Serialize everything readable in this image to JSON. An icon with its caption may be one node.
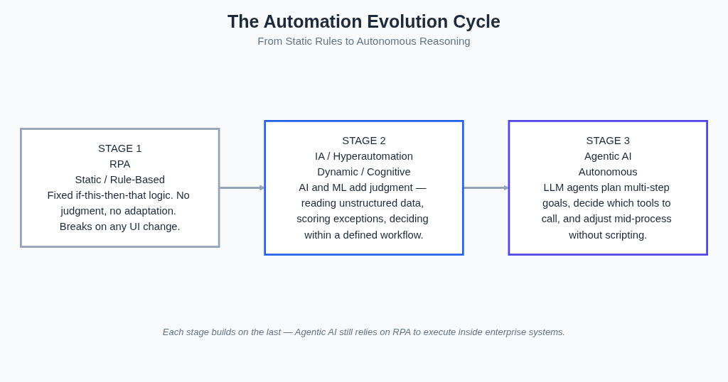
{
  "diagram": {
    "title": "The Automation Evolution Cycle",
    "nodes": [
      {
        "text": [
          "STAGE 1",
          "RPA",
          "Static / Rule-Based",
          "Fixed if-this-then-that logic. No judgment, no adaptation. Breaks on any UI change."
        ]
      },
      {
        "text": [
          "STAGE 2",
          "IA / Hyperautomation",
          "Dynamic / Cognitive",
          "AI and ML add judgment — reading unstructured data, scoring exceptions, deciding within a defined workflow."
        ]
      },
      {
        "text": [
          "STAGE 3",
          "Agentic AI",
          "Autonomous",
          "LLM agents plan multi-step goals, decide which tools to call, and adjust mid-process without scripting."
        ]
      }
    ],
    "edges": [
      {
        "from": 0,
        "to": 1,
        "arrow": "to"
      },
      {
        "from": 1,
        "to": 2,
        "arrow": "to"
      }
    ],
    "labels": [
      "From Static Rules to Autonomous Reasoning"
    ],
    "caption": "Each stage builds on the last — Agentic AI still relies on RPA to execute inside enterprise systems."
  }
}
